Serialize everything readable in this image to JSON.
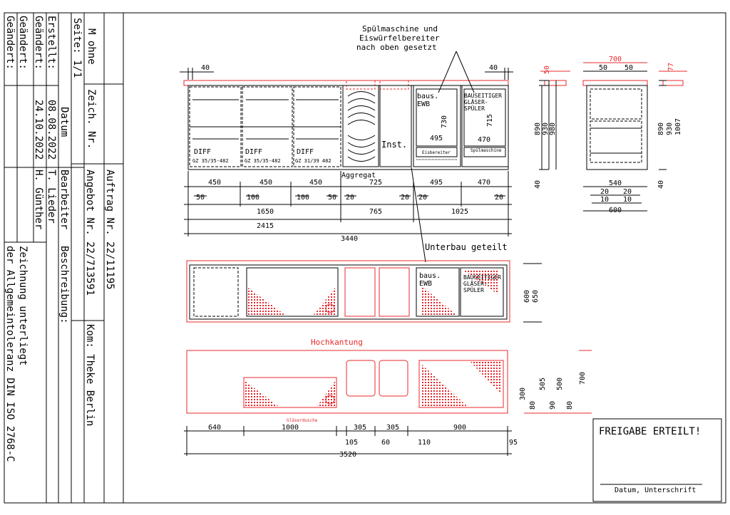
{
  "title_block": {
    "m_ohne": "M ohne",
    "seite": "Seite: 1/1",
    "zeich_nr": "Zeich. Nr.",
    "auftrag": "Auftrag Nr. 22/11195",
    "angebot": "Angebot Nr. 22/713591",
    "kom": "Kom: Theke Berlin",
    "erstellt_label": "Erstellt:",
    "geaendert_label": "Geändert:",
    "datum_label": "Datum",
    "bearbeiter_label": "Bearbeiter",
    "beschreibung_label": "Beschreibung:",
    "erstellt_datum": "08.08.2022",
    "erstellt_bearbeiter": "T. Lieder",
    "geaendert_datum": "24.10.2022",
    "geaendert_bearbeiter": "H. Günther",
    "toleranz_1": "Zeichnung unterliegt",
    "toleranz_2": "der Allgemeintoleranz DIN ISO 2768-C"
  },
  "annotations": {
    "spuel_1": "Spülmaschine und",
    "spuel_2": "Eiswürfelbereiter",
    "spuel_3": "nach oben gesetzt",
    "unterbau": "Unterbau geteilt",
    "hochkantung": "Hochkantung",
    "aggregat": "Aggregat",
    "glaeserdusche": "Gläserdusche"
  },
  "front_view": {
    "diff_label": "DIFF",
    "units": [
      "GZ 35/35-482",
      "GZ 35/35-482",
      "GZ 31/39 482"
    ],
    "inst": "Inst.",
    "baus_1": "baus.",
    "baus_2": "EWB",
    "bauseitiger_1": "BAUSEITIGER",
    "bauseitiger_2": "GLÄSER-",
    "bauseitiger_3": "SPÜLER",
    "eisbereiter": "Eisbereiter",
    "spuelmaschine": "Spülmaschine",
    "dims_inner": [
      "730",
      "495",
      "715",
      "470"
    ],
    "dim_top_left": "40",
    "dim_top_right": "40",
    "dims_row1": [
      "450",
      "450",
      "450",
      "725",
      "495",
      "470"
    ],
    "dims_row2": [
      "50",
      "100",
      "100",
      "50",
      "20",
      "20",
      "20",
      "20"
    ],
    "dims_row3": [
      "1650",
      "765",
      "1025"
    ],
    "dim_2415": "2415",
    "dim_3440": "3440"
  },
  "side_views": {
    "s1_50": "50",
    "s1_890": "890",
    "s1_930": "930",
    "s1_980": "980",
    "s1_40": "40",
    "s2_700": "700",
    "s2_50a": "50",
    "s2_50b": "50",
    "s2_540": "540",
    "s2_20a": "20",
    "s2_20b": "20",
    "s2_10a": "10",
    "s2_10b": "10",
    "s2_600": "600",
    "s3_77": "77",
    "s3_890": "890",
    "s3_930": "930",
    "s3_1007": "1007",
    "s3_40": "40"
  },
  "top_view": {
    "baus_1": "baus.",
    "baus_2": "EWB",
    "bauseitiger_1": "BAUSEITIGER",
    "bauseitiger_2": "GLÄSER-",
    "bauseitiger_3": "SPÜLER",
    "dim_600": "600",
    "dim_650": "650"
  },
  "worktop": {
    "dims": [
      "640",
      "1000",
      "305",
      "305",
      "900"
    ],
    "dims_small": [
      "105",
      "60",
      "110",
      "95"
    ],
    "dim_total": "3520",
    "side_dims": [
      "300",
      "80",
      "505",
      "90",
      "500",
      "80",
      "700"
    ]
  },
  "approval": {
    "title": "FREIGABE ERTEILT!",
    "signature": "Datum, Unterschrift"
  }
}
